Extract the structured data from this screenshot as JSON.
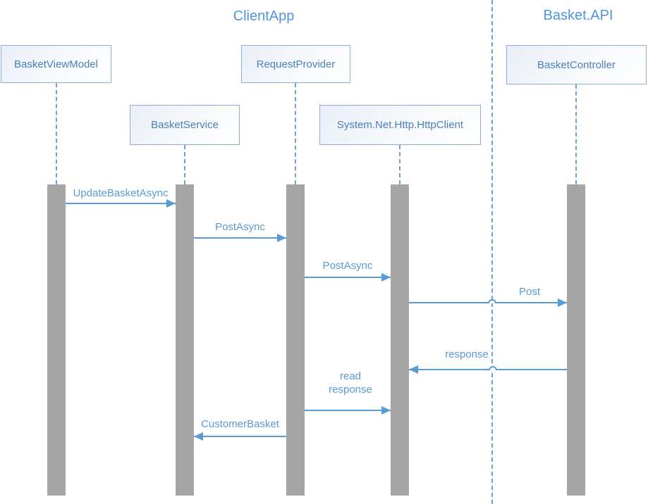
{
  "diagram": {
    "type": "uml-sequence-diagram",
    "groups": [
      {
        "label": "ClientApp"
      },
      {
        "label": "Basket.API"
      }
    ],
    "participants": [
      {
        "name": "BasketViewModel",
        "group": "ClientApp"
      },
      {
        "name": "BasketService",
        "group": "ClientApp"
      },
      {
        "name": "RequestProvider",
        "group": "ClientApp"
      },
      {
        "name": "System.Net.Http.HttpClient",
        "group": "ClientApp"
      },
      {
        "name": "BasketController",
        "group": "Basket.API"
      }
    ],
    "messages": [
      {
        "label": "UpdateBasketAsync",
        "from": "BasketViewModel",
        "to": "BasketService",
        "direction": "right"
      },
      {
        "label": "PostAsync",
        "from": "BasketService",
        "to": "RequestProvider",
        "direction": "right"
      },
      {
        "label": "PostAsync",
        "from": "RequestProvider",
        "to": "System.Net.Http.HttpClient",
        "direction": "right"
      },
      {
        "label": "Post",
        "from": "System.Net.Http.HttpClient",
        "to": "BasketController",
        "direction": "right"
      },
      {
        "label": "response",
        "from": "BasketController",
        "to": "System.Net.Http.HttpClient",
        "direction": "left"
      },
      {
        "label": "read response",
        "from": "RequestProvider",
        "to": "System.Net.Http.HttpClient",
        "direction": "right"
      },
      {
        "label": "CustomerBasket",
        "from": "RequestProvider",
        "to": "BasketService",
        "direction": "left"
      }
    ],
    "colors": {
      "accent_blue": "#5B9BD5",
      "heading_blue": "#4E96D9",
      "box_text_blue": "#4A7EBC",
      "box_border_blue": "#8FAADC",
      "activation_gray": "#A6A6A6",
      "background": "#FFFFFF"
    }
  }
}
